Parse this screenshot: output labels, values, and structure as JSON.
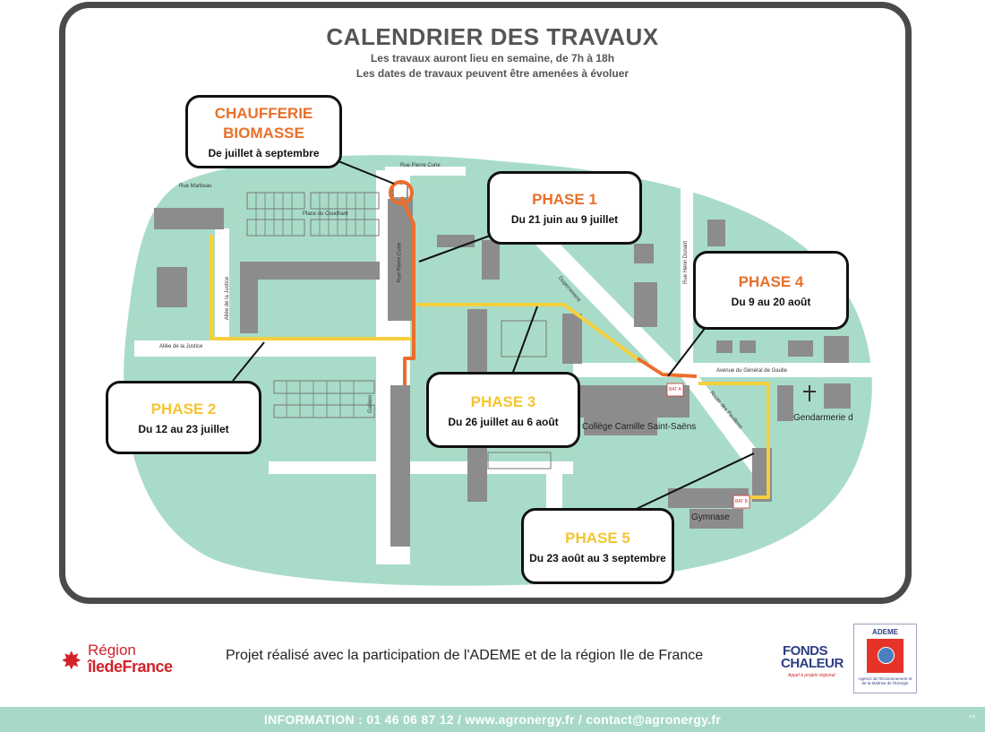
{
  "header": {
    "title": "CALENDRIER DES TRAVAUX",
    "subtitle_1": "Les travaux auront lieu en semaine, de 7h à 18h",
    "subtitle_2": "Les dates de travaux peuvent être amenées à évoluer"
  },
  "callouts": {
    "chaufferie": {
      "title_1": "CHAUFFERIE",
      "title_2": "BIOMASSE",
      "dates": "De juillet à septembre",
      "color": "#e8702a"
    },
    "phase1": {
      "title": "PHASE 1",
      "dates": "Du 21 juin au 9 juillet",
      "color": "#e8702a"
    },
    "phase2": {
      "title": "PHASE 2",
      "dates": "Du 12 au 23 juillet",
      "color": "#f3c531"
    },
    "phase3": {
      "title": "PHASE 3",
      "dates": "Du 26 juillet au 6 août",
      "color": "#f3c531"
    },
    "phase4": {
      "title": "PHASE 4",
      "dates": "Du 9 au 20 août",
      "color": "#e8702a"
    },
    "phase5": {
      "title": "PHASE 5",
      "dates": "Du 23 août au 3 septembre",
      "color": "#f3c531"
    }
  },
  "map_labels": {
    "rue_pierre_curie_top": "Rue Pierre Curie",
    "rue_pierre_curie_side": "Rue Pierre Curie",
    "rue_marbeau": "Rue Marbeau",
    "place_du_couchant": "Place du Couchant",
    "allee_justice_v": "Allée de la Justice",
    "allee_justice_h": "Allée de la Justice",
    "dupleix": "Duperrement",
    "rue_henri_dunant": "Rue Henri Dunant",
    "avenue_gaulle": "Avenue du Général de Gaulle",
    "route_pavillons": "Route des Pavillons",
    "college": "Collège Camille Saint-Saëns",
    "gendarmerie": "Gendarmerie d",
    "gymnase": "Gymnase",
    "bat_a": "BAT A",
    "bat_b": "BAT B",
    "gallieni": "Gallieni"
  },
  "map_colors": {
    "ground": "#a9dcc8",
    "building": "#8c8c8c",
    "route_orange": "#ec6d2c",
    "route_yellow": "#f5cf3d"
  },
  "footer": {
    "project_text": "Projet réalisé avec la participation de l'ADEME et de la région Ile de France",
    "region_line1": "Région",
    "region_line2": "îledeFrance",
    "fonds_line1": "FONDS",
    "fonds_line2": "CHALEUR",
    "fonds_line3": "Appel à projets régional",
    "ademe_title": "ADEME",
    "ademe_subtitle": "Agence de l'Environnement et de la Maîtrise de l'Energie",
    "info": "INFORMATION : 01 46 06 87 12 / www.agronergy.fr / contact@agronergy.fr",
    "tiny_mark": "v.a."
  }
}
